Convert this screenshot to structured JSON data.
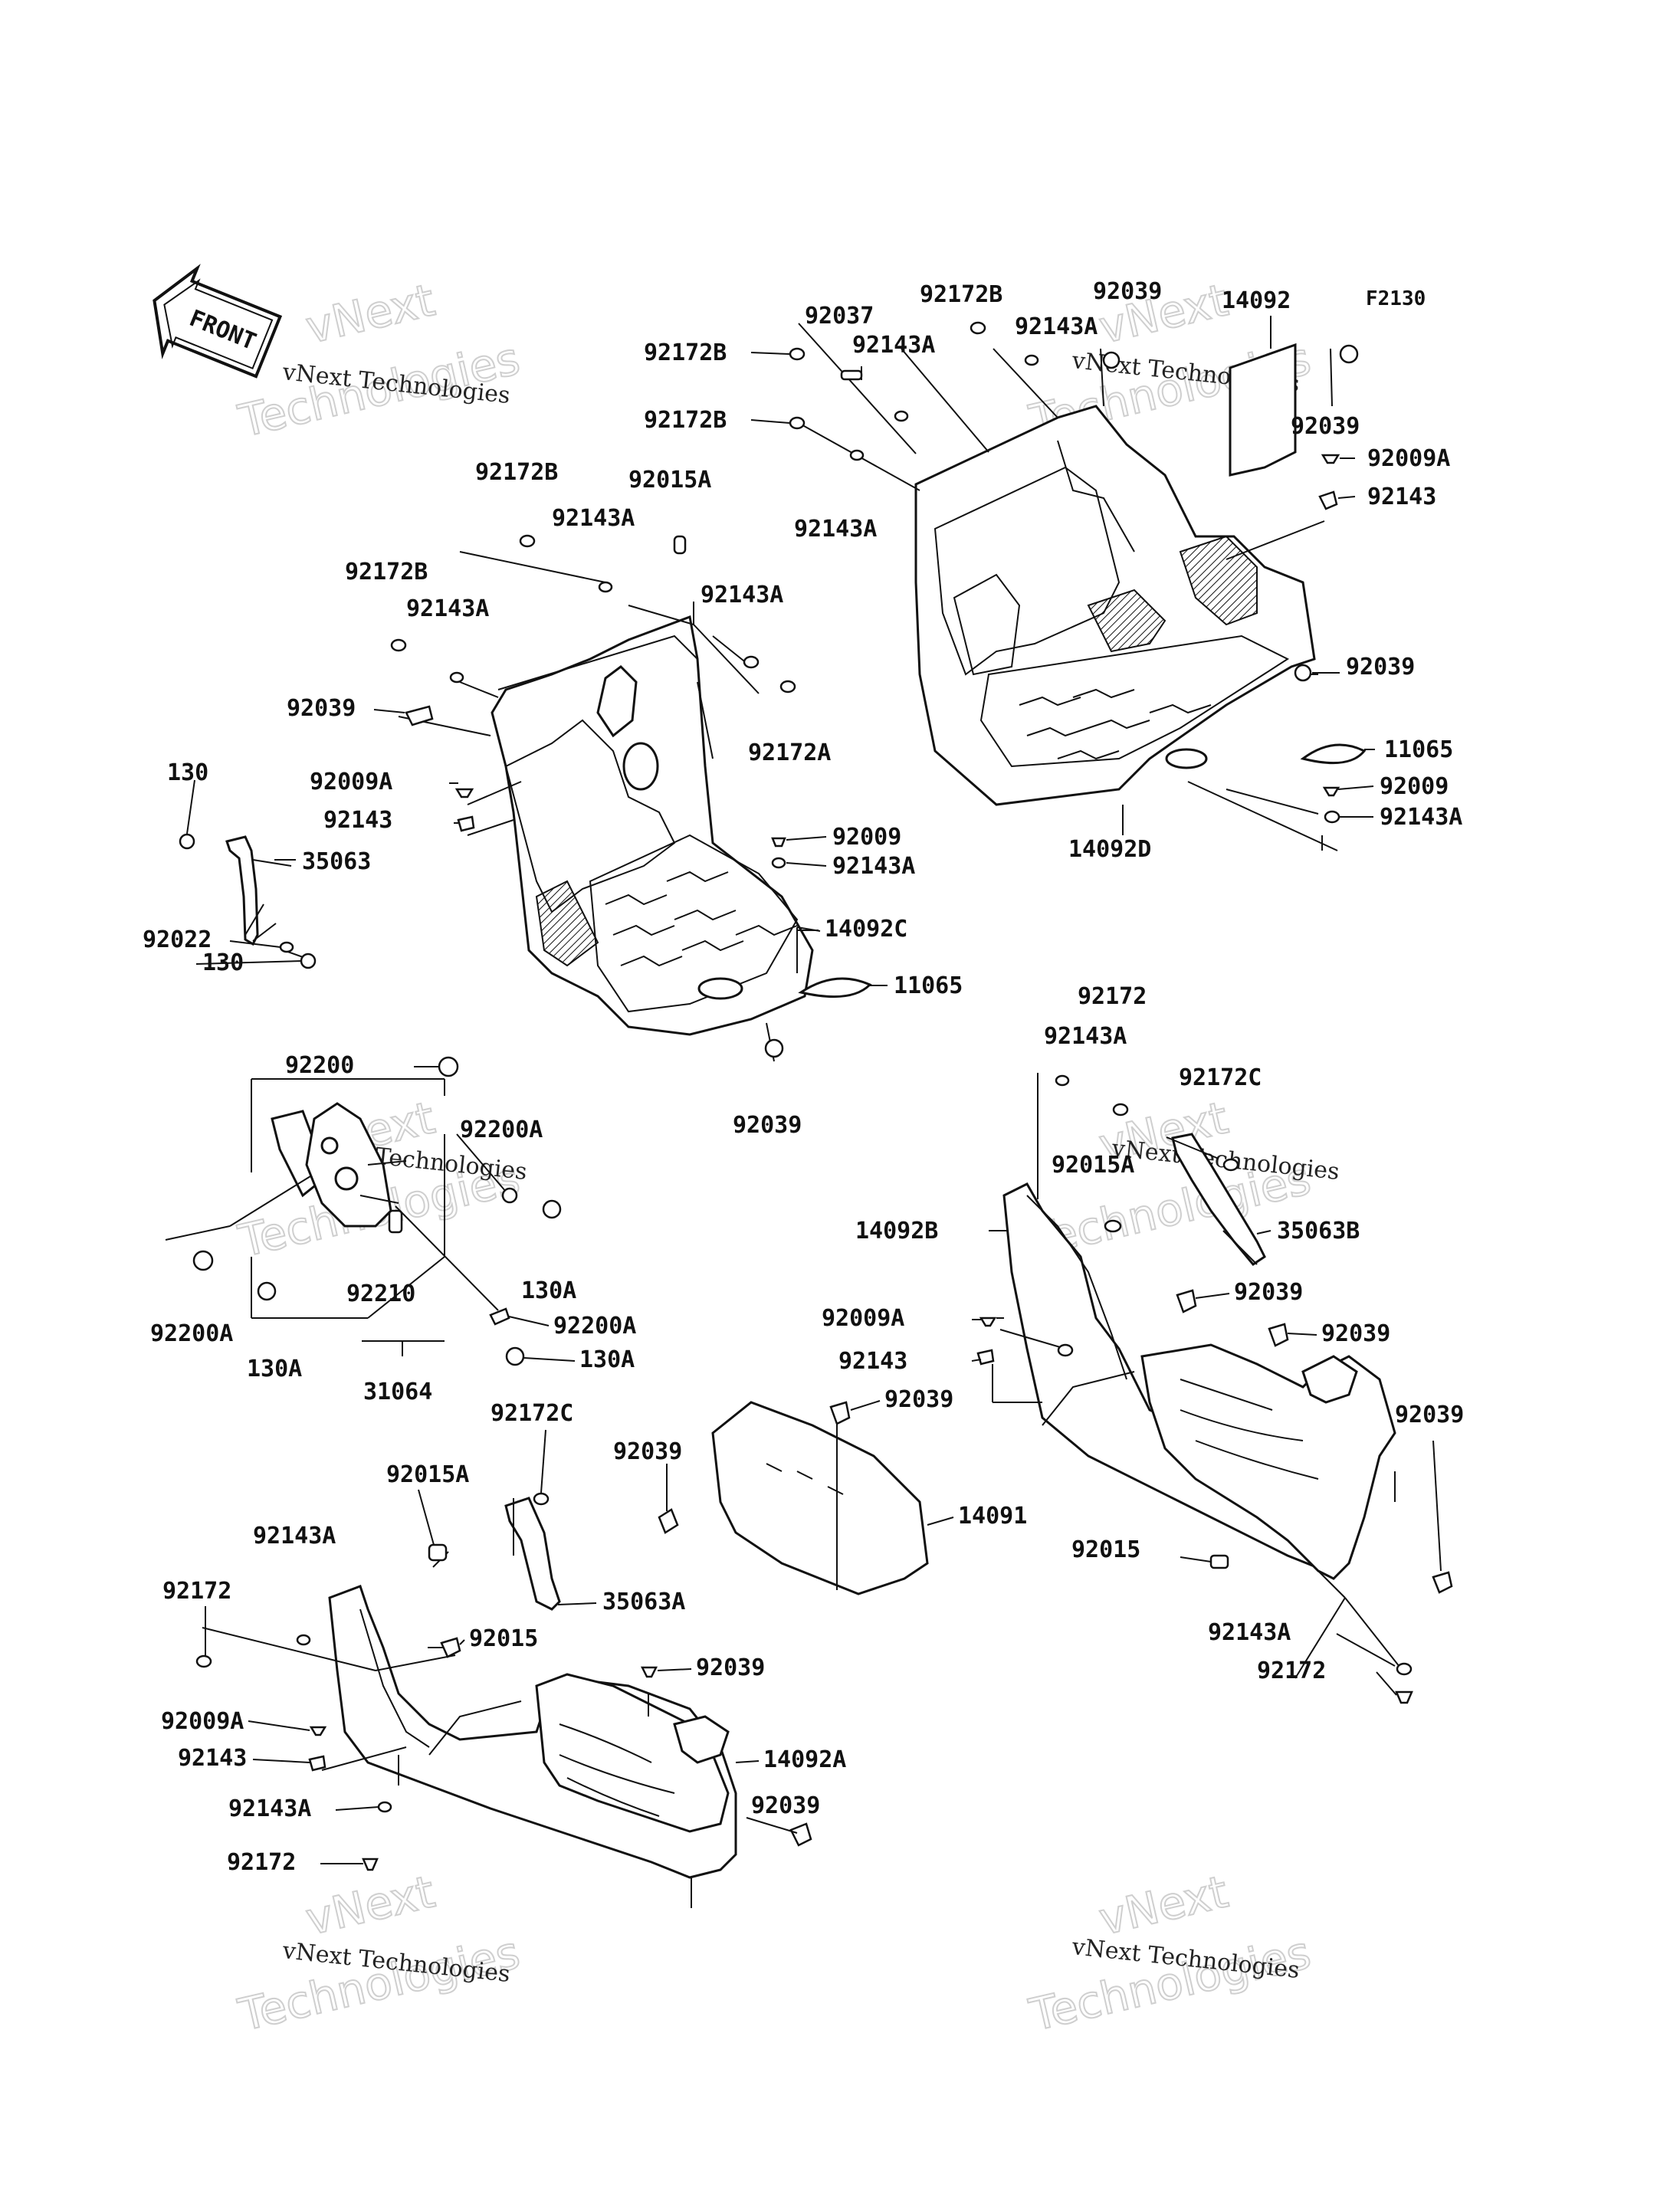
{
  "figure_id": "F2130",
  "front_arrow_label": "FRONT",
  "watermark": {
    "company": "vNext Technologies",
    "line1": "vNext",
    "line2": "Technologies"
  },
  "part_labels": [
    "92172B",
    "92037",
    "92143A",
    "92172B",
    "92143A",
    "92039",
    "14092",
    "92039",
    "92009A",
    "92143",
    "92172B",
    "92143A",
    "92039",
    "11065",
    "92009",
    "92143A",
    "14092D",
    "92172B",
    "92015A",
    "92143A",
    "92172B",
    "92143A",
    "92143A",
    "92172A",
    "92039",
    "130",
    "92009A",
    "92143",
    "35063",
    "92009",
    "92143A",
    "14092C",
    "92022",
    "130",
    "11065",
    "92039",
    "92200",
    "92200A",
    "130A",
    "92210",
    "92200A",
    "92200A",
    "130A",
    "130A",
    "31064",
    "92172",
    "92143A",
    "92172C",
    "92015A",
    "35063B",
    "14092B",
    "92039",
    "92039",
    "92009A",
    "92143",
    "92039",
    "92039",
    "92039",
    "14091",
    "92015",
    "92143A",
    "92172",
    "92172C",
    "92015A",
    "92143A",
    "35063A",
    "92172",
    "92015",
    "92039",
    "92009A",
    "92143",
    "14092A",
    "92143A",
    "92039",
    "92172"
  ]
}
